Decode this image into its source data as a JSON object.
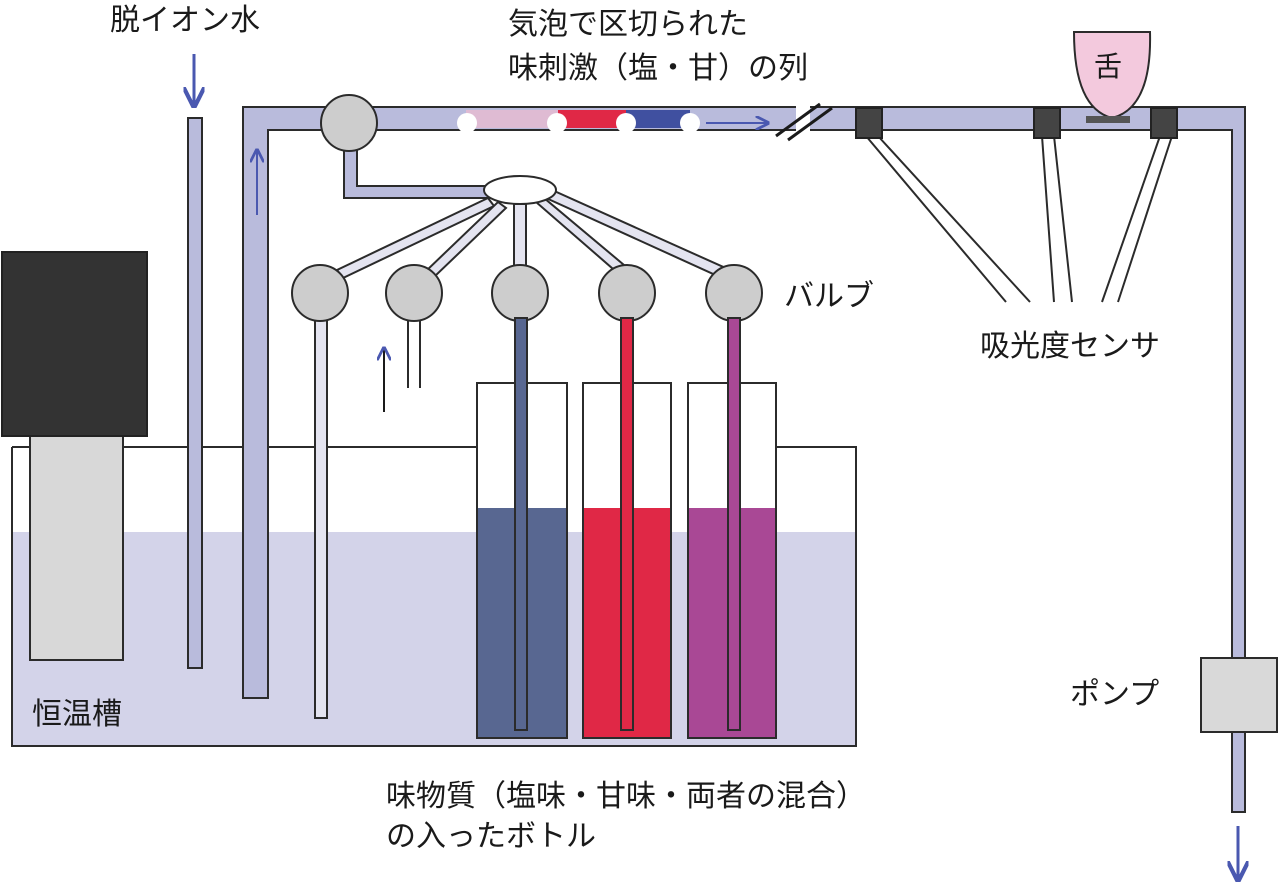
{
  "labels": {
    "deionized_water": "脱イオン水",
    "bubbles_line1": "気泡で区切られた",
    "bubbles_line2": "味刺激（塩・甘）の列",
    "tongue": "舌",
    "valve": "バルブ",
    "absorbance_sensor": "吸光度センサ",
    "thermostat_bath": "恒温槽",
    "pump": "ポンプ",
    "bottles_line1": "味物質（塩味・甘味・両者の混合）",
    "bottles_line2": "の入ったボトル"
  },
  "colors": {
    "tube_fill": "#b9bbdc",
    "tube_outline": "#2b2b2b",
    "bath_water": "#d3d3e9",
    "salty_solution": "#586791",
    "sweet_solution": "#e02846",
    "mixed_solution": "#a94895",
    "tongue": "#f3c9dd",
    "flow_arrow": "#4a58b0",
    "valve_fill": "#cdcdcd",
    "heater_block": "#333333",
    "heater_probe": "#d8d8d8",
    "pump_body": "#d9d9d9"
  }
}
